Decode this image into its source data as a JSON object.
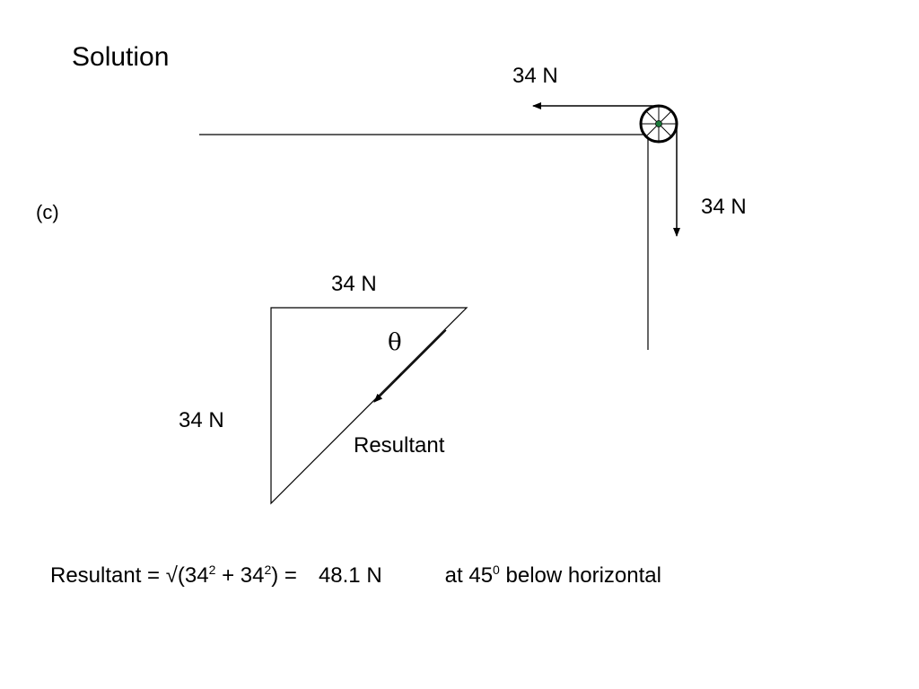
{
  "title": "Solution",
  "part_label": "(c)",
  "pulley_diagram": {
    "horizontal_force_label": "34 N",
    "vertical_force_label": "34 N",
    "pulley_icon": "pulley-wheel-icon"
  },
  "vector_triangle": {
    "top_side_label": "34 N",
    "left_side_label": "34 N",
    "hypotenuse_label": "Resultant",
    "angle_symbol": "θ"
  },
  "equation": {
    "lhs": "Resultant = √(34",
    "sup1": "2",
    "mid": " + 34",
    "sup2": "2",
    "rhs": ") =",
    "value": "48.1 N",
    "angle_prefix": "at 45",
    "angle_sup": "0",
    "angle_suffix": " below horizontal"
  },
  "colors": {
    "ink": "#000000",
    "background": "#ffffff",
    "pulley_hub": "#1a7a3a"
  }
}
